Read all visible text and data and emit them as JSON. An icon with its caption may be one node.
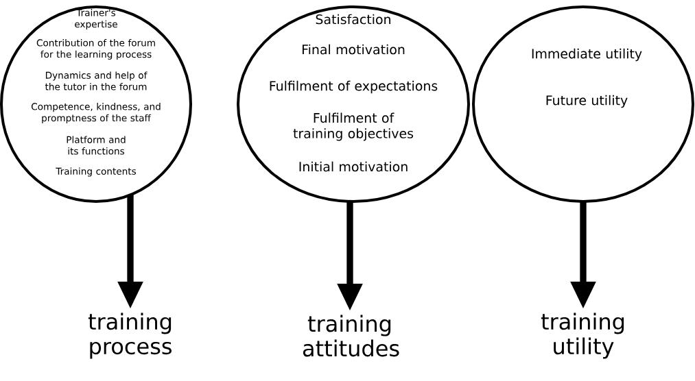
{
  "diagram": {
    "nodes": [
      {
        "text": [
          "Trainer's expertise",
          "Contribution of the forum for the learning process",
          "Dynamics and help of the tutor in the forum",
          "Competence, kindness, and promptness of the staff",
          "Platform and its functions",
          "Training contents"
        ]
      },
      {
        "text": [
          "Satisfaction",
          "Final motivation",
          "Fulfilment of expectations",
          "Fulfilment of training objectives",
          "Initial motivation"
        ]
      },
      {
        "text": [
          "Immediate utility",
          "Future utility"
        ]
      },
      {
        "text": [
          "training process"
        ]
      },
      {
        "text": [
          "training attitudes"
        ]
      },
      {
        "text": [
          "training utility"
        ]
      }
    ],
    "edges": [
      {
        "from": 0,
        "to": 3,
        "arrow": "to"
      },
      {
        "from": 1,
        "to": 4,
        "arrow": "to"
      },
      {
        "from": 2,
        "to": 5,
        "arrow": "to"
      }
    ]
  }
}
